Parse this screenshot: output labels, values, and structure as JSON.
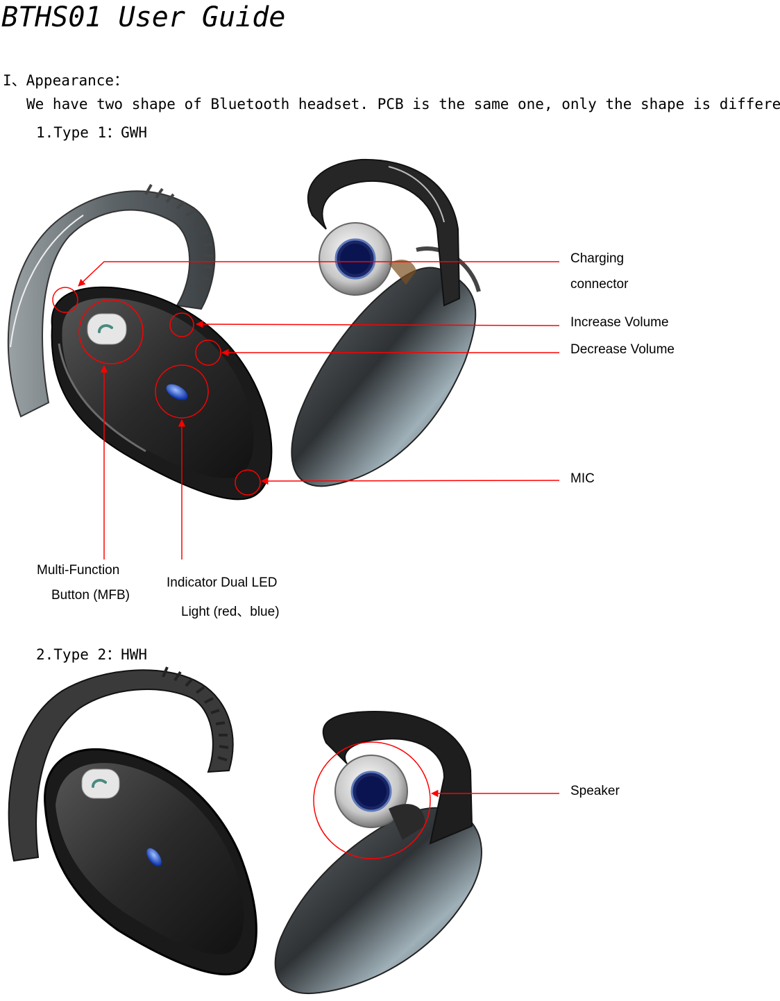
{
  "title": "BTHS01 User Guide",
  "section1": {
    "heading": "I、Appearance：",
    "intro": "We have two shape of Bluetooth headset. PCB is the same one, only the shape is different",
    "type1": "1.Type 1：GWH",
    "type2": "2.Type 2：HWH"
  },
  "figure1_labels": {
    "charging_1": "Charging",
    "charging_2": "connector",
    "increase_volume": "Increase Volume",
    "decrease_volume": "Decrease Volume",
    "mic": "MIC",
    "mfb_1": "Multi-Function",
    "mfb_2": "Button (MFB)",
    "led_1": "Indicator Dual LED",
    "led_2": "Light (red、blue)"
  },
  "figure2_labels": {
    "speaker": "Speaker"
  },
  "colors": {
    "annotation": "#ff0000",
    "headset_body": "#2b2b2b",
    "ear_hook": "#6e7478",
    "speaker_ring": "#d8d8d8",
    "speaker_center": "#0a1450",
    "led_blue": "#1a4fd8"
  },
  "icons": [
    "phone-handset-icon"
  ]
}
